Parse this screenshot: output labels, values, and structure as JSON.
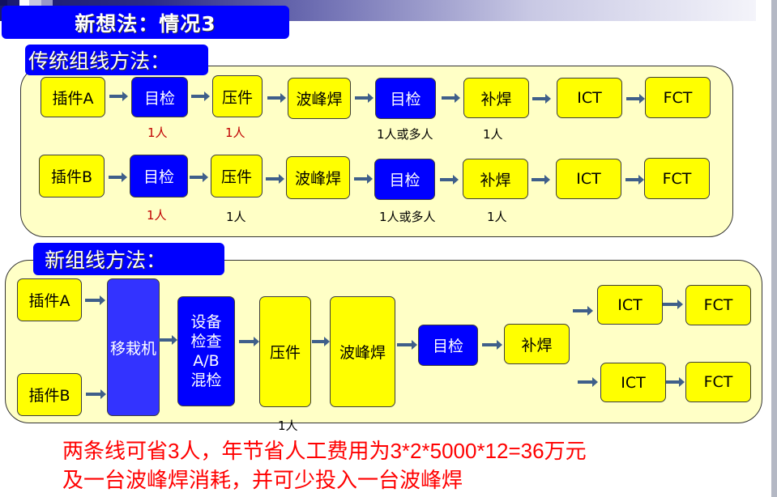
{
  "title": "新想法：情况3",
  "colors": {
    "banner": "#0000ff",
    "yellow_box": "#ffff00",
    "blue_box": "#0000ff",
    "panel": "#ffffc6",
    "summary_text": "#ff0000",
    "highlight_note": "#c00000"
  },
  "traditional": {
    "label": "传统组线方法：",
    "lines": [
      {
        "steps": [
          "插件A",
          "目检",
          "压件",
          "波峰焊",
          "目检",
          "补焊",
          "ICT",
          "FCT"
        ],
        "notes": [
          {
            "step": 1,
            "text": "1人",
            "color": "red"
          },
          {
            "step": 2,
            "text": "1人",
            "color": "red"
          },
          {
            "step": 4,
            "text": "1人或多人",
            "color": "black"
          },
          {
            "step": 5,
            "text": "1人",
            "color": "black"
          }
        ]
      },
      {
        "steps": [
          "插件B",
          "目检",
          "压件",
          "波峰焊",
          "目检",
          "补焊",
          "ICT",
          "FCT"
        ],
        "notes": [
          {
            "step": 1,
            "text": "1人",
            "color": "red"
          },
          {
            "step": 2,
            "text": "1人",
            "color": "black"
          },
          {
            "step": 4,
            "text": "1人或多人",
            "color": "black"
          },
          {
            "step": 5,
            "text": "1人",
            "color": "black"
          }
        ]
      }
    ]
  },
  "new_method": {
    "label": "新组线方法：",
    "inputs": [
      "插件A",
      "插件B"
    ],
    "transfer": "移栽机",
    "inspection": [
      "设备",
      "检查",
      "A/B",
      "混检"
    ],
    "press": "压件",
    "wave": "波峰焊",
    "visual": "目检",
    "repair": "补焊",
    "outputs": [
      [
        "ICT",
        "FCT"
      ],
      [
        "ICT",
        "FCT"
      ]
    ],
    "press_note": "1人"
  },
  "summary": [
    "两条线可省3人，年节省人工费用为3*2*5000*12=36万元",
    "及一台波峰焊消耗，并可少投入一台波峰焊"
  ]
}
